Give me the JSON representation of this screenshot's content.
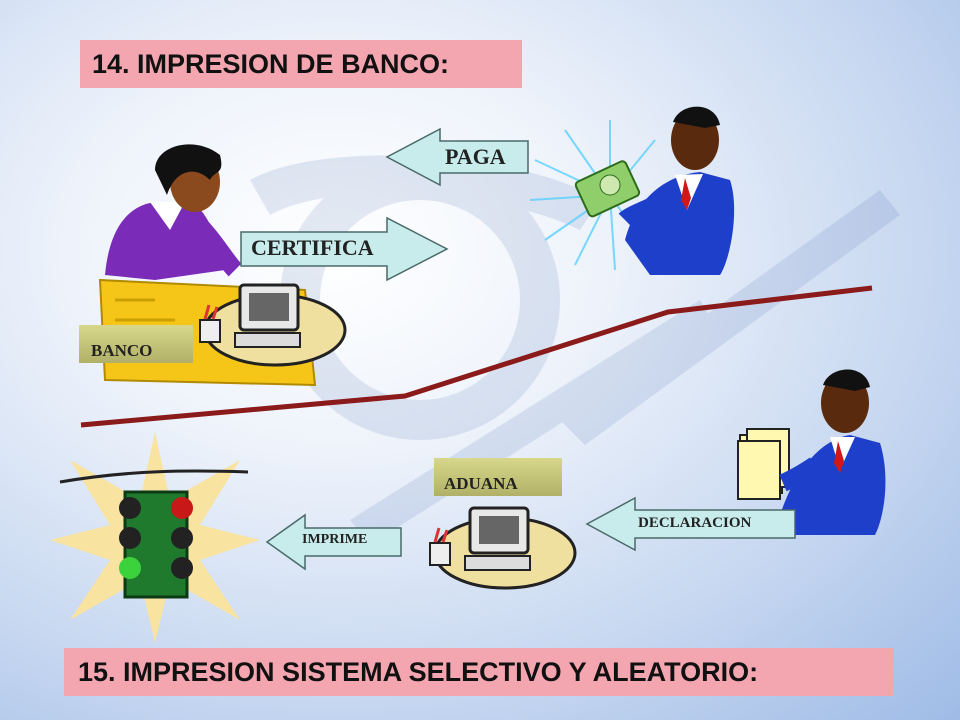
{
  "slide": {
    "title_top": "14. IMPRESION DE BANCO:",
    "title_bottom": "15. IMPRESION SISTEMA SELECTIVO Y ALEATORIO:"
  },
  "labels": {
    "banco": "BANCO",
    "aduana": "ADUANA"
  },
  "arrows": {
    "paga": "PAGA",
    "certifica": "CERTIFICA",
    "imprime": "IMPRIME",
    "declaracion": "DECLARACION"
  },
  "colors": {
    "title_bg": "#f4a6b0",
    "arrow_fill": "#c8ecec",
    "line": "#8b1a1a",
    "label_bg": "#c8c87a"
  },
  "icons": [
    "bank-clerk-woman-icon",
    "computer-desk-icon",
    "businessman-money-icon",
    "businessman-documents-icon",
    "traffic-light-icon"
  ]
}
